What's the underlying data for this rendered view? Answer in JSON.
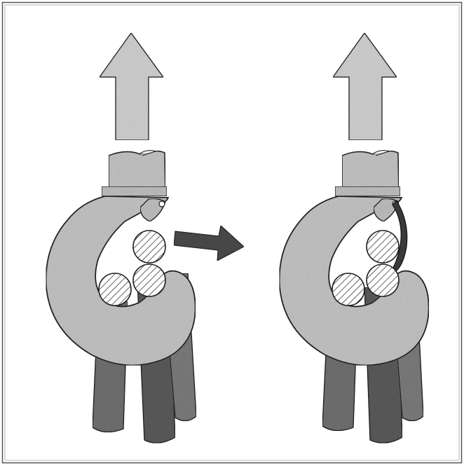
{
  "figure": {
    "type": "illustration",
    "panels": [
      {
        "id": "before",
        "latch": "absent"
      },
      {
        "id": "after",
        "latch": "present"
      }
    ]
  },
  "colors": {
    "frame": "#555555",
    "background": "#ffffff",
    "hook": "#c2c2c2",
    "hook_texture": "#9a9a9a",
    "rope": "#6f6f6f",
    "rope_dark": "#4a4a4a",
    "rope_section_fill": "#ffffff",
    "hatch": "#222222",
    "up_arrow": "#cfcfcf",
    "transition_arrow": "#4a4a4a",
    "latch": "#3a3a3a",
    "outline": "#222222"
  },
  "icons": {
    "up_arrow": "lift-direction-arrow-icon",
    "transition_arrow": "transition-arrow-icon",
    "hook": "crane-hook-icon",
    "latch": "safety-latch-icon"
  }
}
